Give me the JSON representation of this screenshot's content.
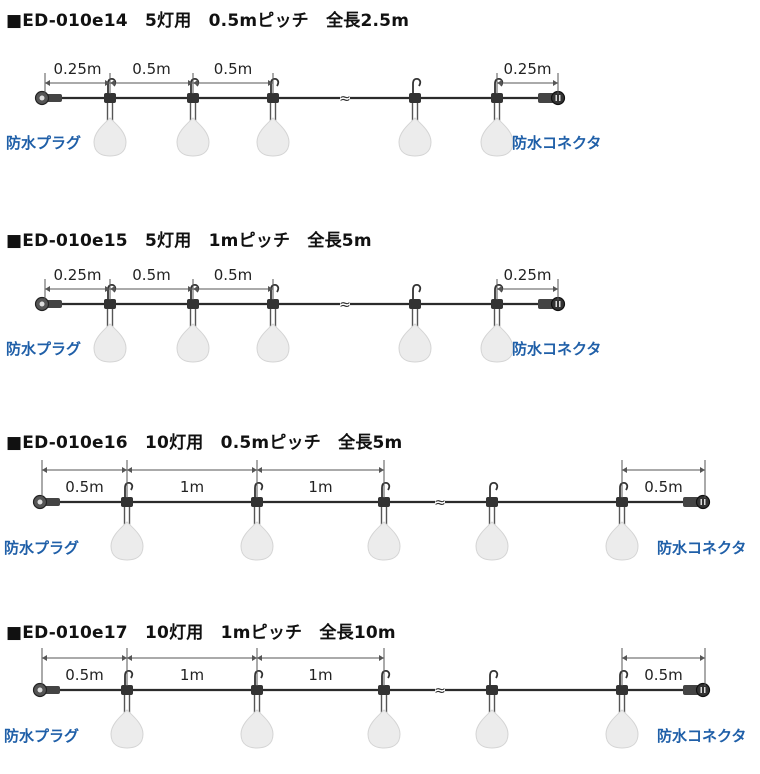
{
  "colors": {
    "label": "#1f5fa8",
    "cord": "#2b2b2b",
    "bulb": "#ececec"
  },
  "icons": [
    "plug-icon",
    "connector-icon",
    "hook-icon",
    "bulb-icon",
    "break-mark-icon"
  ],
  "labels": {
    "plug": "防水プラグ",
    "connector": "防水コネクタ",
    "break": "≈"
  },
  "diagrams": [
    {
      "title": "■ED-010e14　5灯用　0.5mピッチ　全長2.5m",
      "dims": [
        "0.25m",
        "0.5m",
        "0.5m",
        "0.25m"
      ]
    },
    {
      "title": "■ED-010e15　5灯用　1mピッチ　全長5m",
      "dims": [
        "0.25m",
        "0.5m",
        "0.5m",
        "0.25m"
      ]
    },
    {
      "title": "■ED-010e16　10灯用　0.5mピッチ　全長5m",
      "dims": [
        "0.5m",
        "1m",
        "1m",
        "0.5m"
      ]
    },
    {
      "title": "■ED-010e17　10灯用　1mピッチ　全長10m",
      "dims": [
        "0.5m",
        "1m",
        "1m",
        "0.5m"
      ]
    }
  ]
}
